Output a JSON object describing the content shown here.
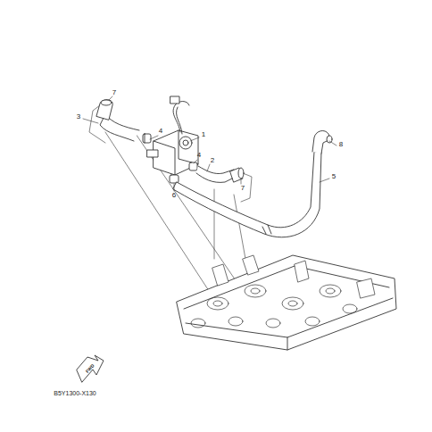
{
  "diagram": {
    "labels": [
      "7",
      "3",
      "1",
      "4",
      "2",
      "4",
      "7",
      "6",
      "8",
      "5",
      "FWD",
      "B5Y1300-X130"
    ]
  }
}
